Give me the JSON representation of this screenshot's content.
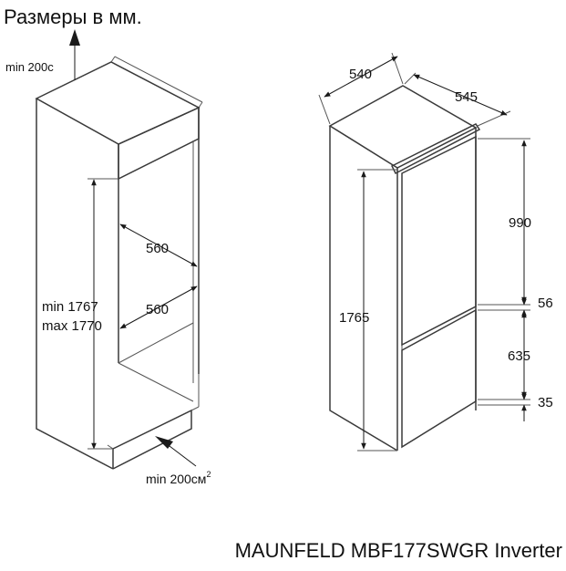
{
  "diagram": {
    "header_title": "Размеры в мм.",
    "caption": "MAUNFELD MBF177SWGR Inverter",
    "niche": {
      "top_vent_label": "min 200c",
      "width_upper": "560",
      "width_lower": "560",
      "height_min": "min  1767",
      "height_max": "max 1770",
      "bottom_vent_label": "min 200см",
      "bottom_vent_sup": "2"
    },
    "fridge": {
      "width": "540",
      "depth": "545",
      "height": "1765",
      "upper_door": "990",
      "gap_middle": "56",
      "lower_door": "635",
      "gap_bottom": "35"
    }
  }
}
